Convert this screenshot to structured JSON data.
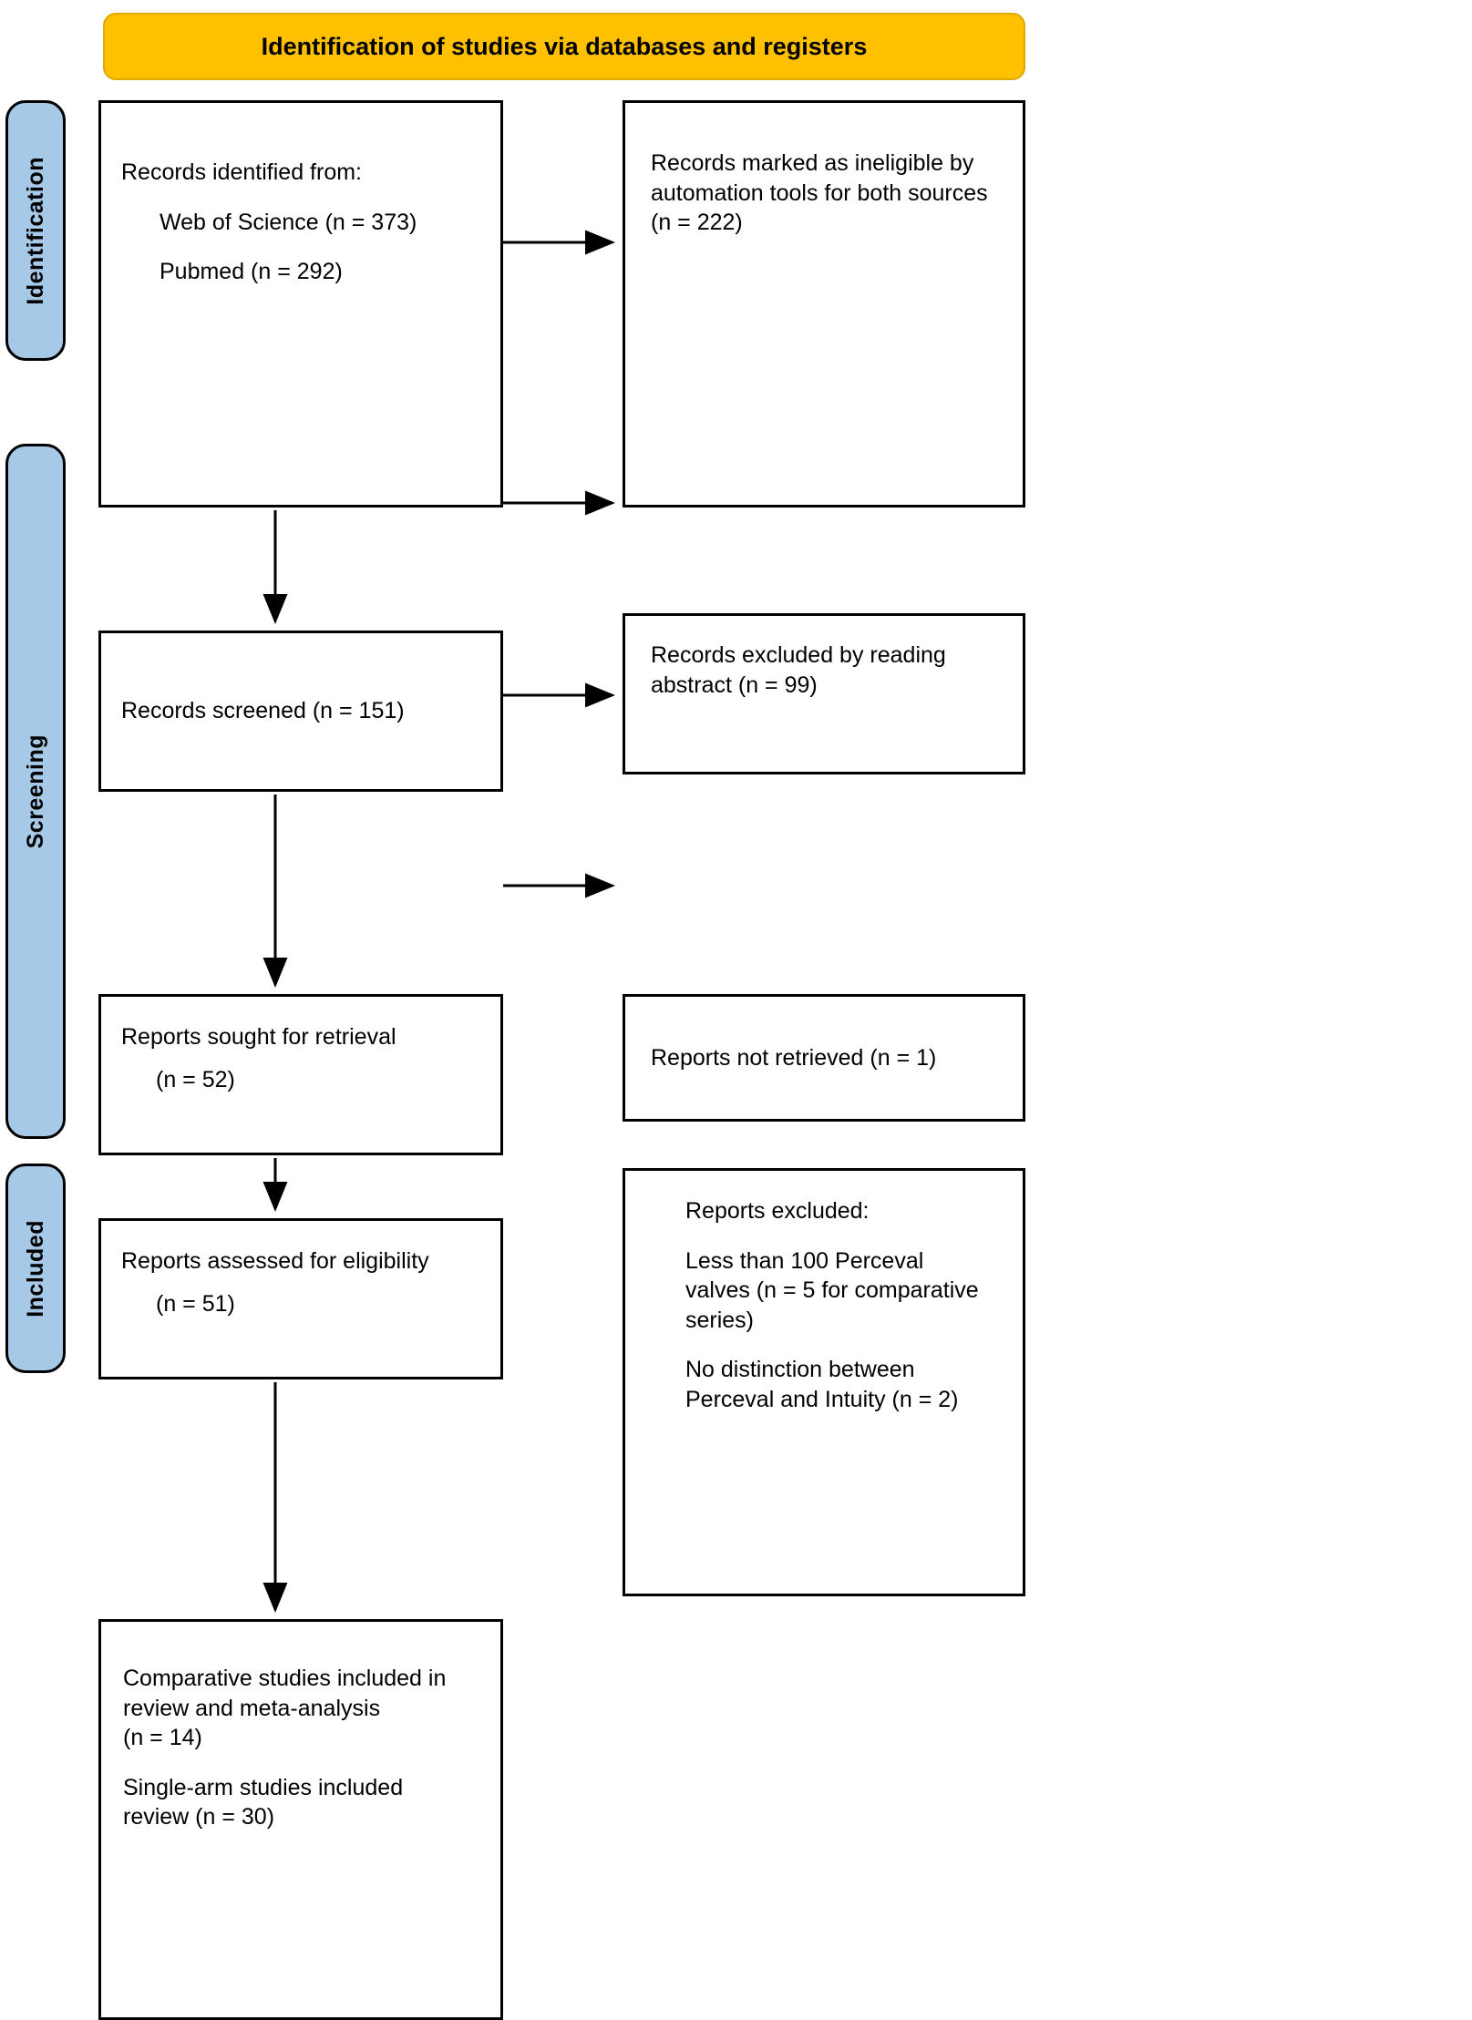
{
  "banner": {
    "title": "Identification of studies via databases and registers",
    "bg_color": "#FFC000"
  },
  "stages": [
    {
      "key": "identification",
      "label": "Identification"
    },
    {
      "key": "screening",
      "label": "Screening"
    },
    {
      "key": "included",
      "label": "Included"
    }
  ],
  "stage_color": "#A6C9E8",
  "boxes": {
    "records_identified": {
      "line1": "Records identified from:",
      "line2": "Web of Science (n = 373)",
      "line3": "Pubmed (n = 292)"
    },
    "records_ineligible": {
      "line1": "Records marked as ineligible by",
      "line2": "automation tools for both sources",
      "line3": "(n = 222)"
    },
    "records_screened": {
      "line1": "Records screened (n = 151)"
    },
    "records_excluded": {
      "line1": "Records excluded by reading",
      "line2": "abstract (n = 99)"
    },
    "reports_sought": {
      "line1": "Reports sought for retrieval",
      "line2": "(n = 52)"
    },
    "reports_not_retrieved": {
      "line1": "Reports not retrieved (n = 1)"
    },
    "reports_assessed": {
      "line1": "Reports assessed for eligibility",
      "line2": "(n = 51)"
    },
    "reports_excluded": {
      "heading": "Reports excluded:",
      "reason1_l1": "Less than 100 Perceval",
      "reason1_l2": "valves (n = 5 for comparative",
      "reason1_l3": "series)",
      "reason2_l1": "No distinction between",
      "reason2_l2": "Perceval and Intuity (n = 2)"
    },
    "included_studies": {
      "line1": "Comparative studies included in",
      "line2": "review and meta-analysis",
      "line3": "(n = 14)",
      "line4": "Single-arm studies included",
      "line5": "review (n = 30)"
    }
  },
  "connectors": {
    "arrow_color": "#000000",
    "items": [
      {
        "name": "identified-to-ineligible",
        "direction": "right"
      },
      {
        "name": "identified-to-screened",
        "direction": "down"
      },
      {
        "name": "screened-to-excluded",
        "direction": "right"
      },
      {
        "name": "screened-to-sought",
        "direction": "down"
      },
      {
        "name": "sought-to-not-retrieved",
        "direction": "right"
      },
      {
        "name": "sought-to-assessed",
        "direction": "down"
      },
      {
        "name": "assessed-to-excluded",
        "direction": "right"
      },
      {
        "name": "assessed-to-included",
        "direction": "down"
      }
    ]
  }
}
